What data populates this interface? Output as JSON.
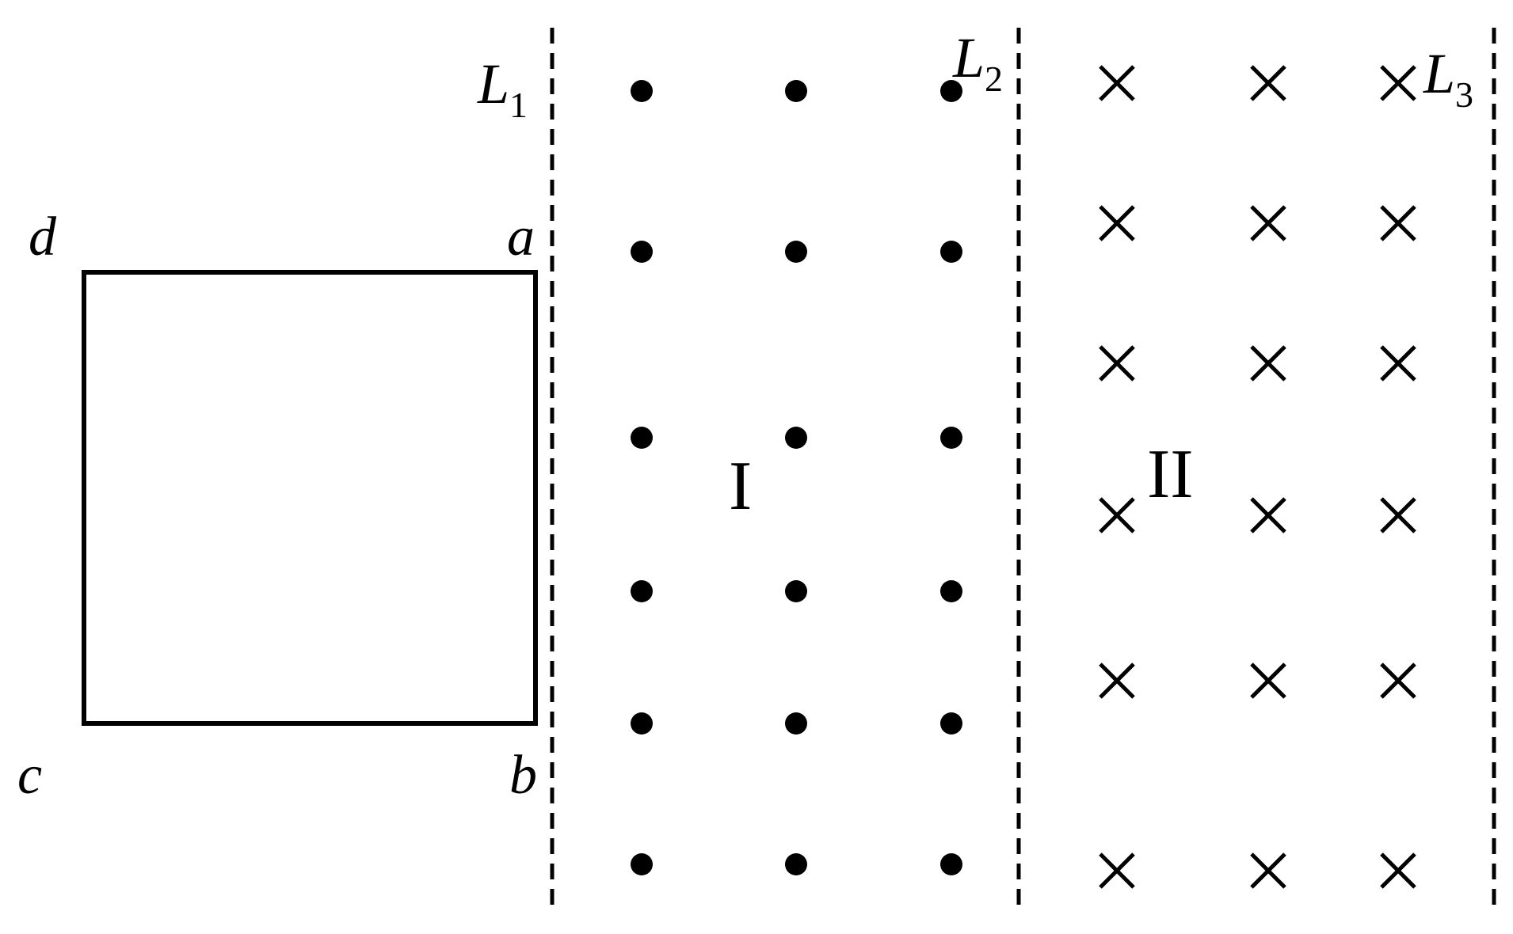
{
  "lines": [
    {
      "letter": "L",
      "sub": "1"
    },
    {
      "letter": "L",
      "sub": "2"
    },
    {
      "letter": "L",
      "sub": "3"
    }
  ],
  "corners": {
    "a": "a",
    "b": "b",
    "c": "c",
    "d": "d"
  },
  "regions": {
    "one": "I",
    "two": "II"
  },
  "field_symbols": {
    "region_one": "out-of-page-dot",
    "region_two": "into-page-cross"
  },
  "colors": {
    "ink": "#000000",
    "background": "#ffffff"
  }
}
